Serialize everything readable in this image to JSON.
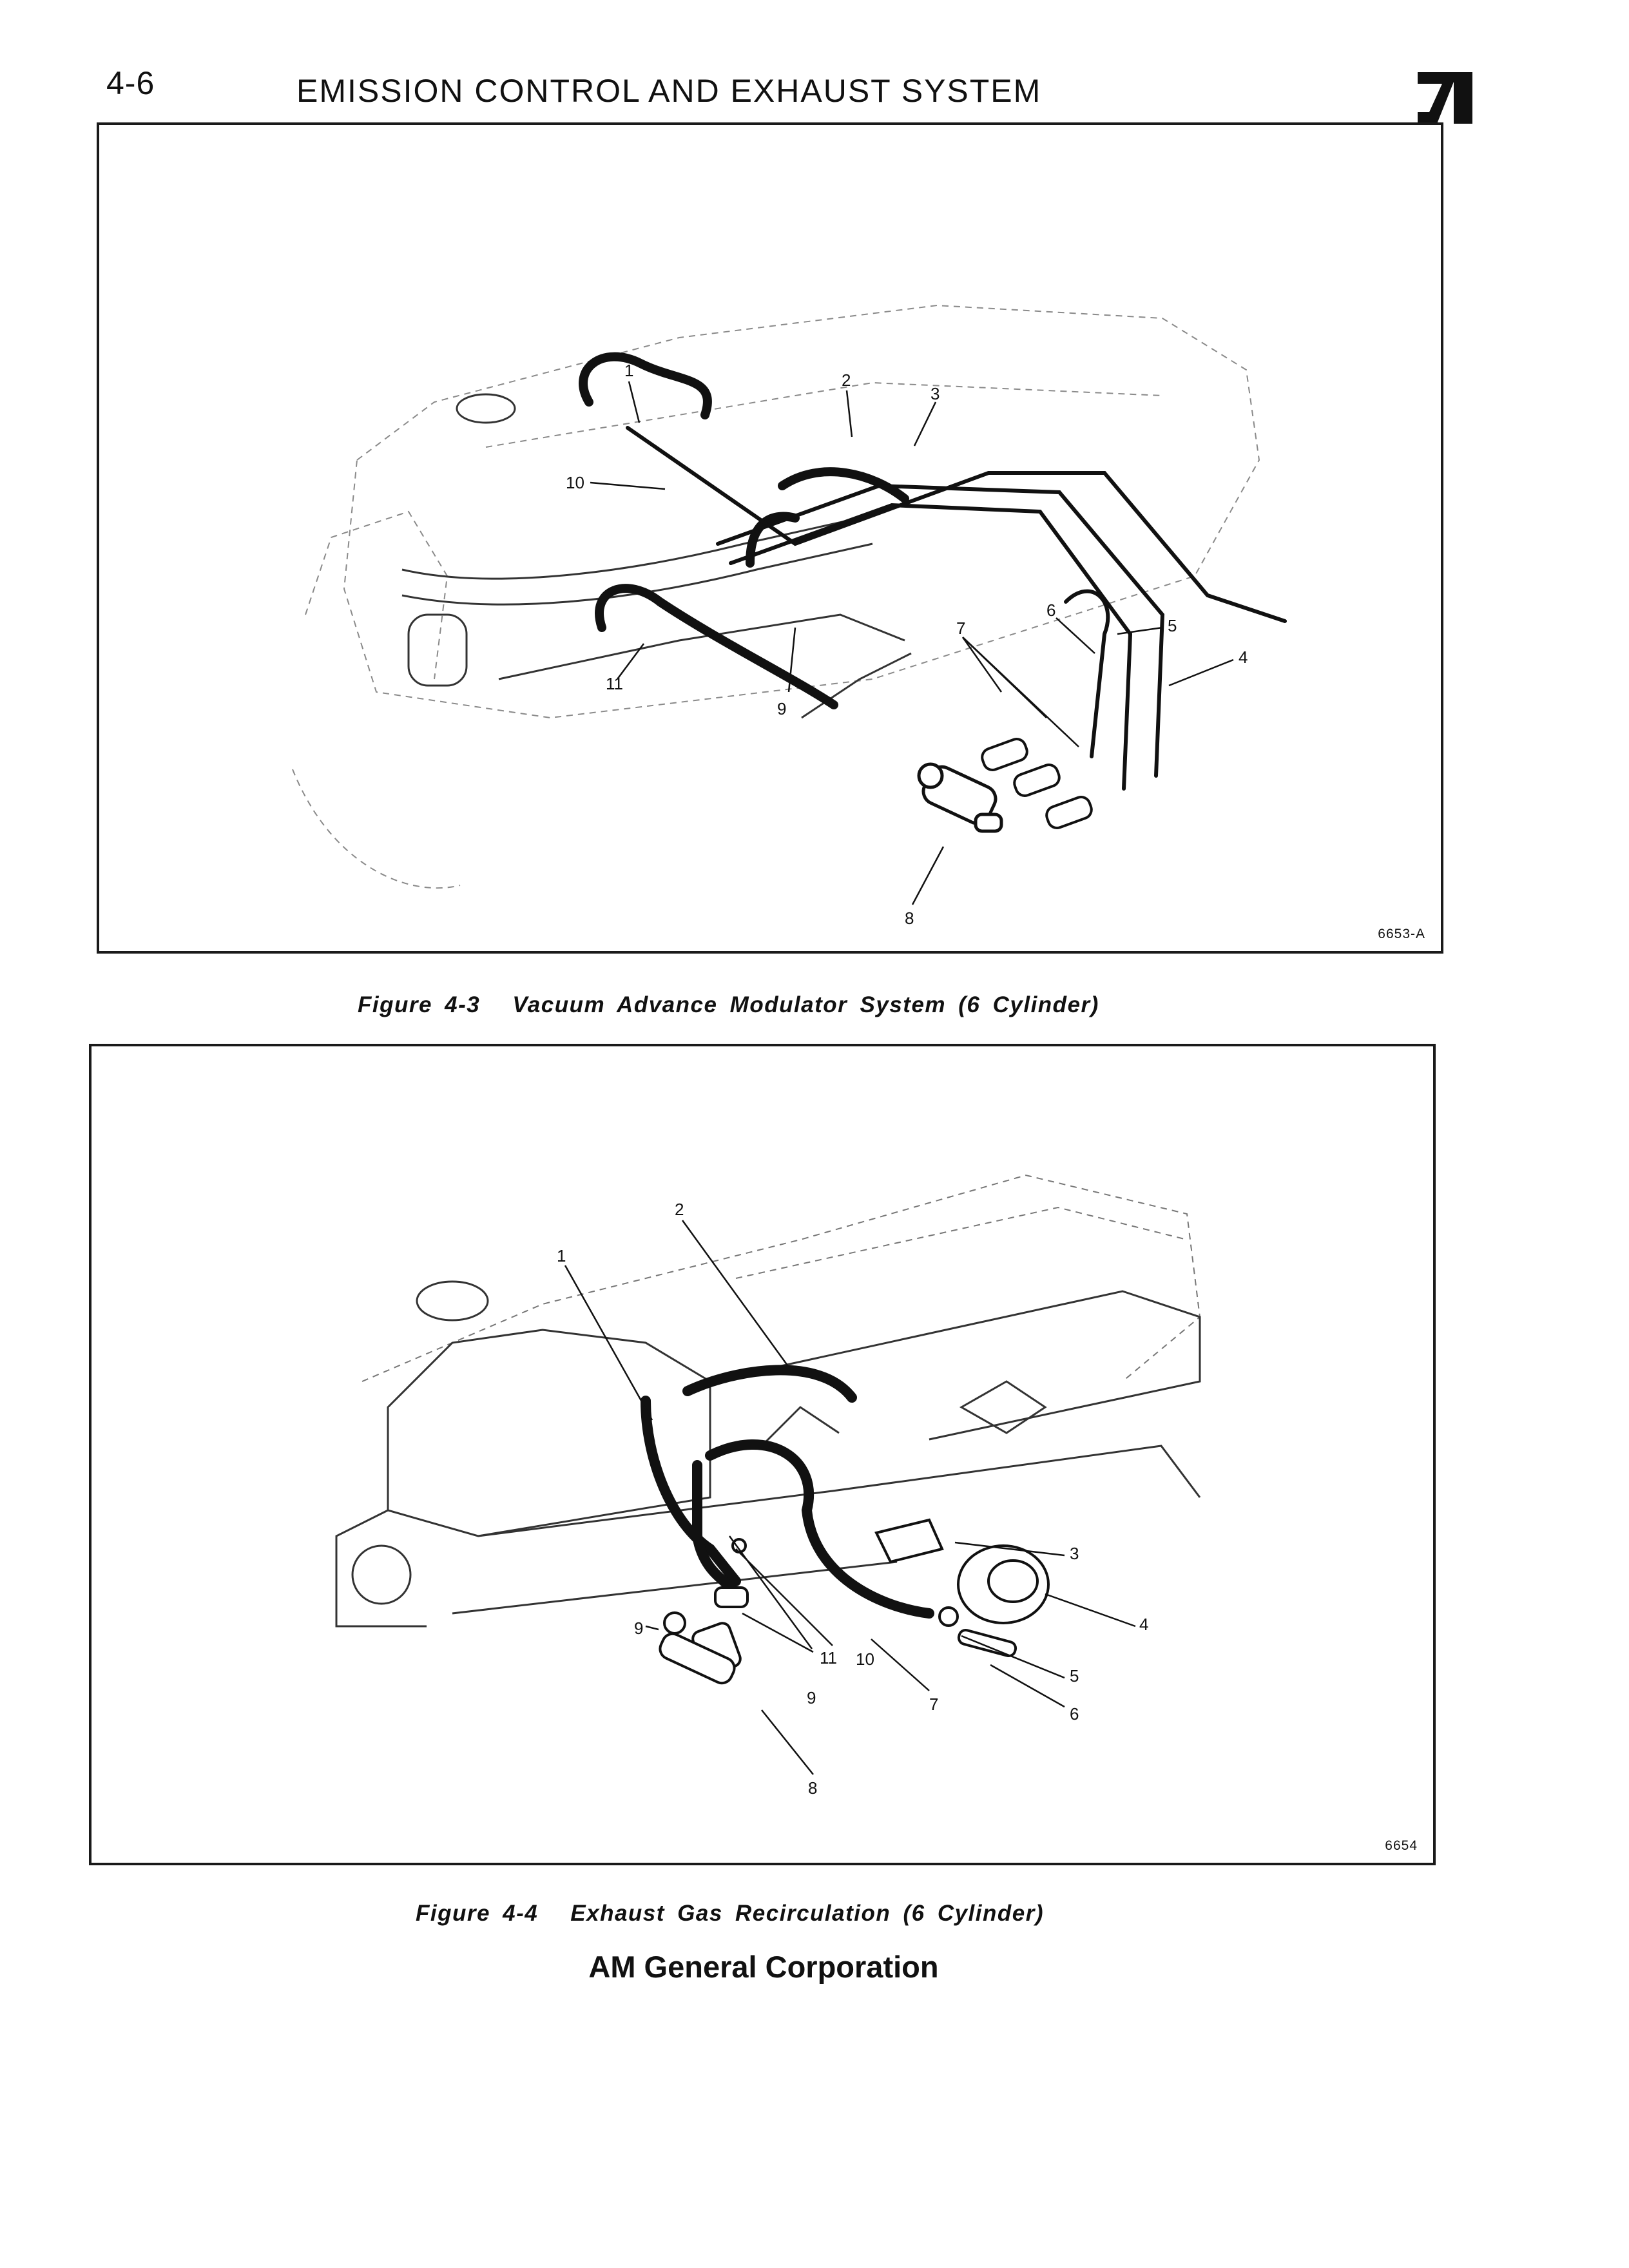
{
  "header": {
    "page_number": "4-6",
    "title": "EMISSION CONTROL AND EXHAUST SYSTEM",
    "logo_icon": "am-general-logo-icon"
  },
  "figures": [
    {
      "code": "6653-A",
      "caption_label": "Figure 4-3",
      "caption_title": "Vacuum Advance Modulator System (6 Cylinder)",
      "callouts": [
        "1",
        "2",
        "3",
        "4",
        "5",
        "6",
        "7",
        "8",
        "9",
        "10",
        "11"
      ]
    },
    {
      "code": "6654",
      "caption_label": "Figure 4-4",
      "caption_title": "Exhaust Gas Recirculation (6 Cylinder)",
      "callouts": [
        "1",
        "2",
        "3",
        "4",
        "5",
        "6",
        "7",
        "8",
        "9",
        "9",
        "10",
        "11"
      ]
    }
  ],
  "footer": {
    "company": "AM General Corporation"
  },
  "colors": {
    "ink": "#111111",
    "paper": "#ffffff",
    "faint_line": "#8a8a8a"
  }
}
